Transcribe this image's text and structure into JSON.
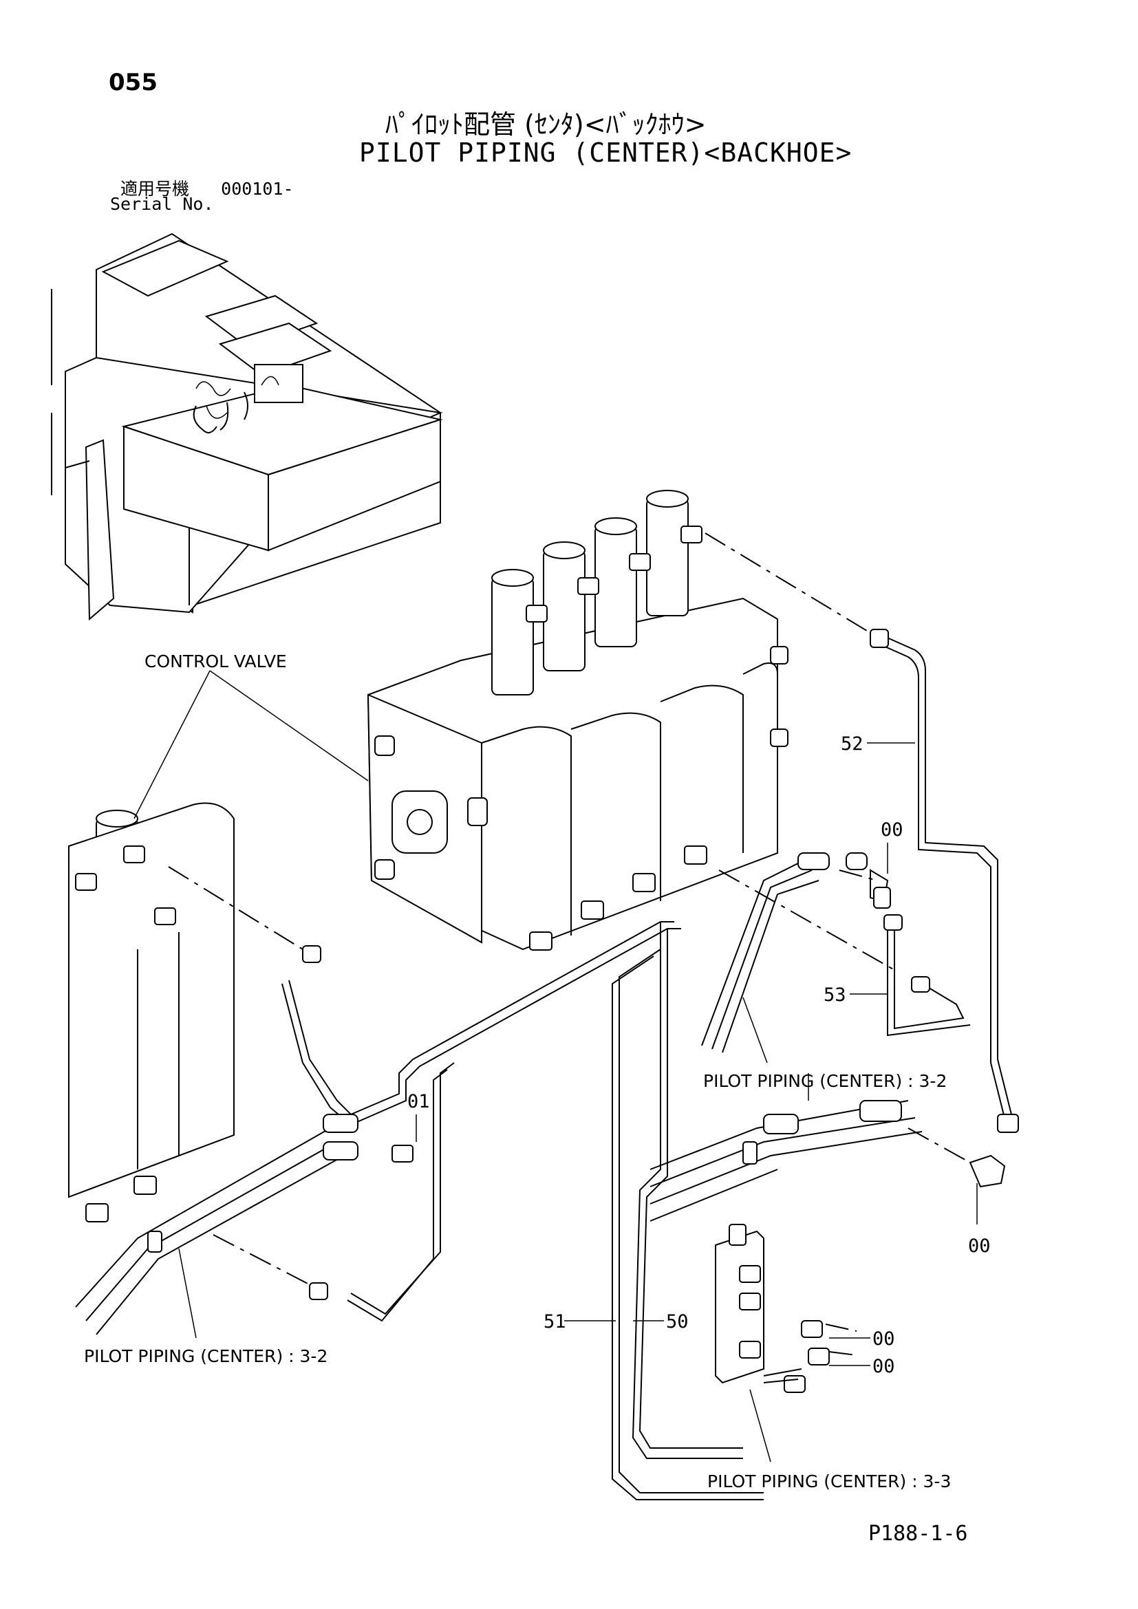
{
  "header": {
    "page_number": "055",
    "title_jp": "ﾊﾟｲﾛｯﾄ配管 (ｾﾝﾀ)<ﾊﾞｯｸﾎｳ>",
    "title_en": "PILOT PIPING (CENTER)<BACKHOE>",
    "serial_label_jp": "適用号機",
    "serial_value": "000101-",
    "serial_label_en": "Serial No."
  },
  "callouts": {
    "control_valve": "CONTROL VALVE",
    "piping_right": "PILOT PIPING (CENTER) : 3-2",
    "piping_left": "PILOT PIPING (CENTER) : 3-2",
    "piping_bottom": "PILOT PIPING (CENTER) : 3-3"
  },
  "part_numbers": {
    "p52": "52",
    "p53": "53",
    "p00_upper": "00",
    "p00_right": "00",
    "p00_mid1": "00",
    "p00_mid2": "00",
    "p01": "01",
    "p51": "51",
    "p50": "50"
  },
  "footer": {
    "doc_code": "P188-1-6"
  }
}
